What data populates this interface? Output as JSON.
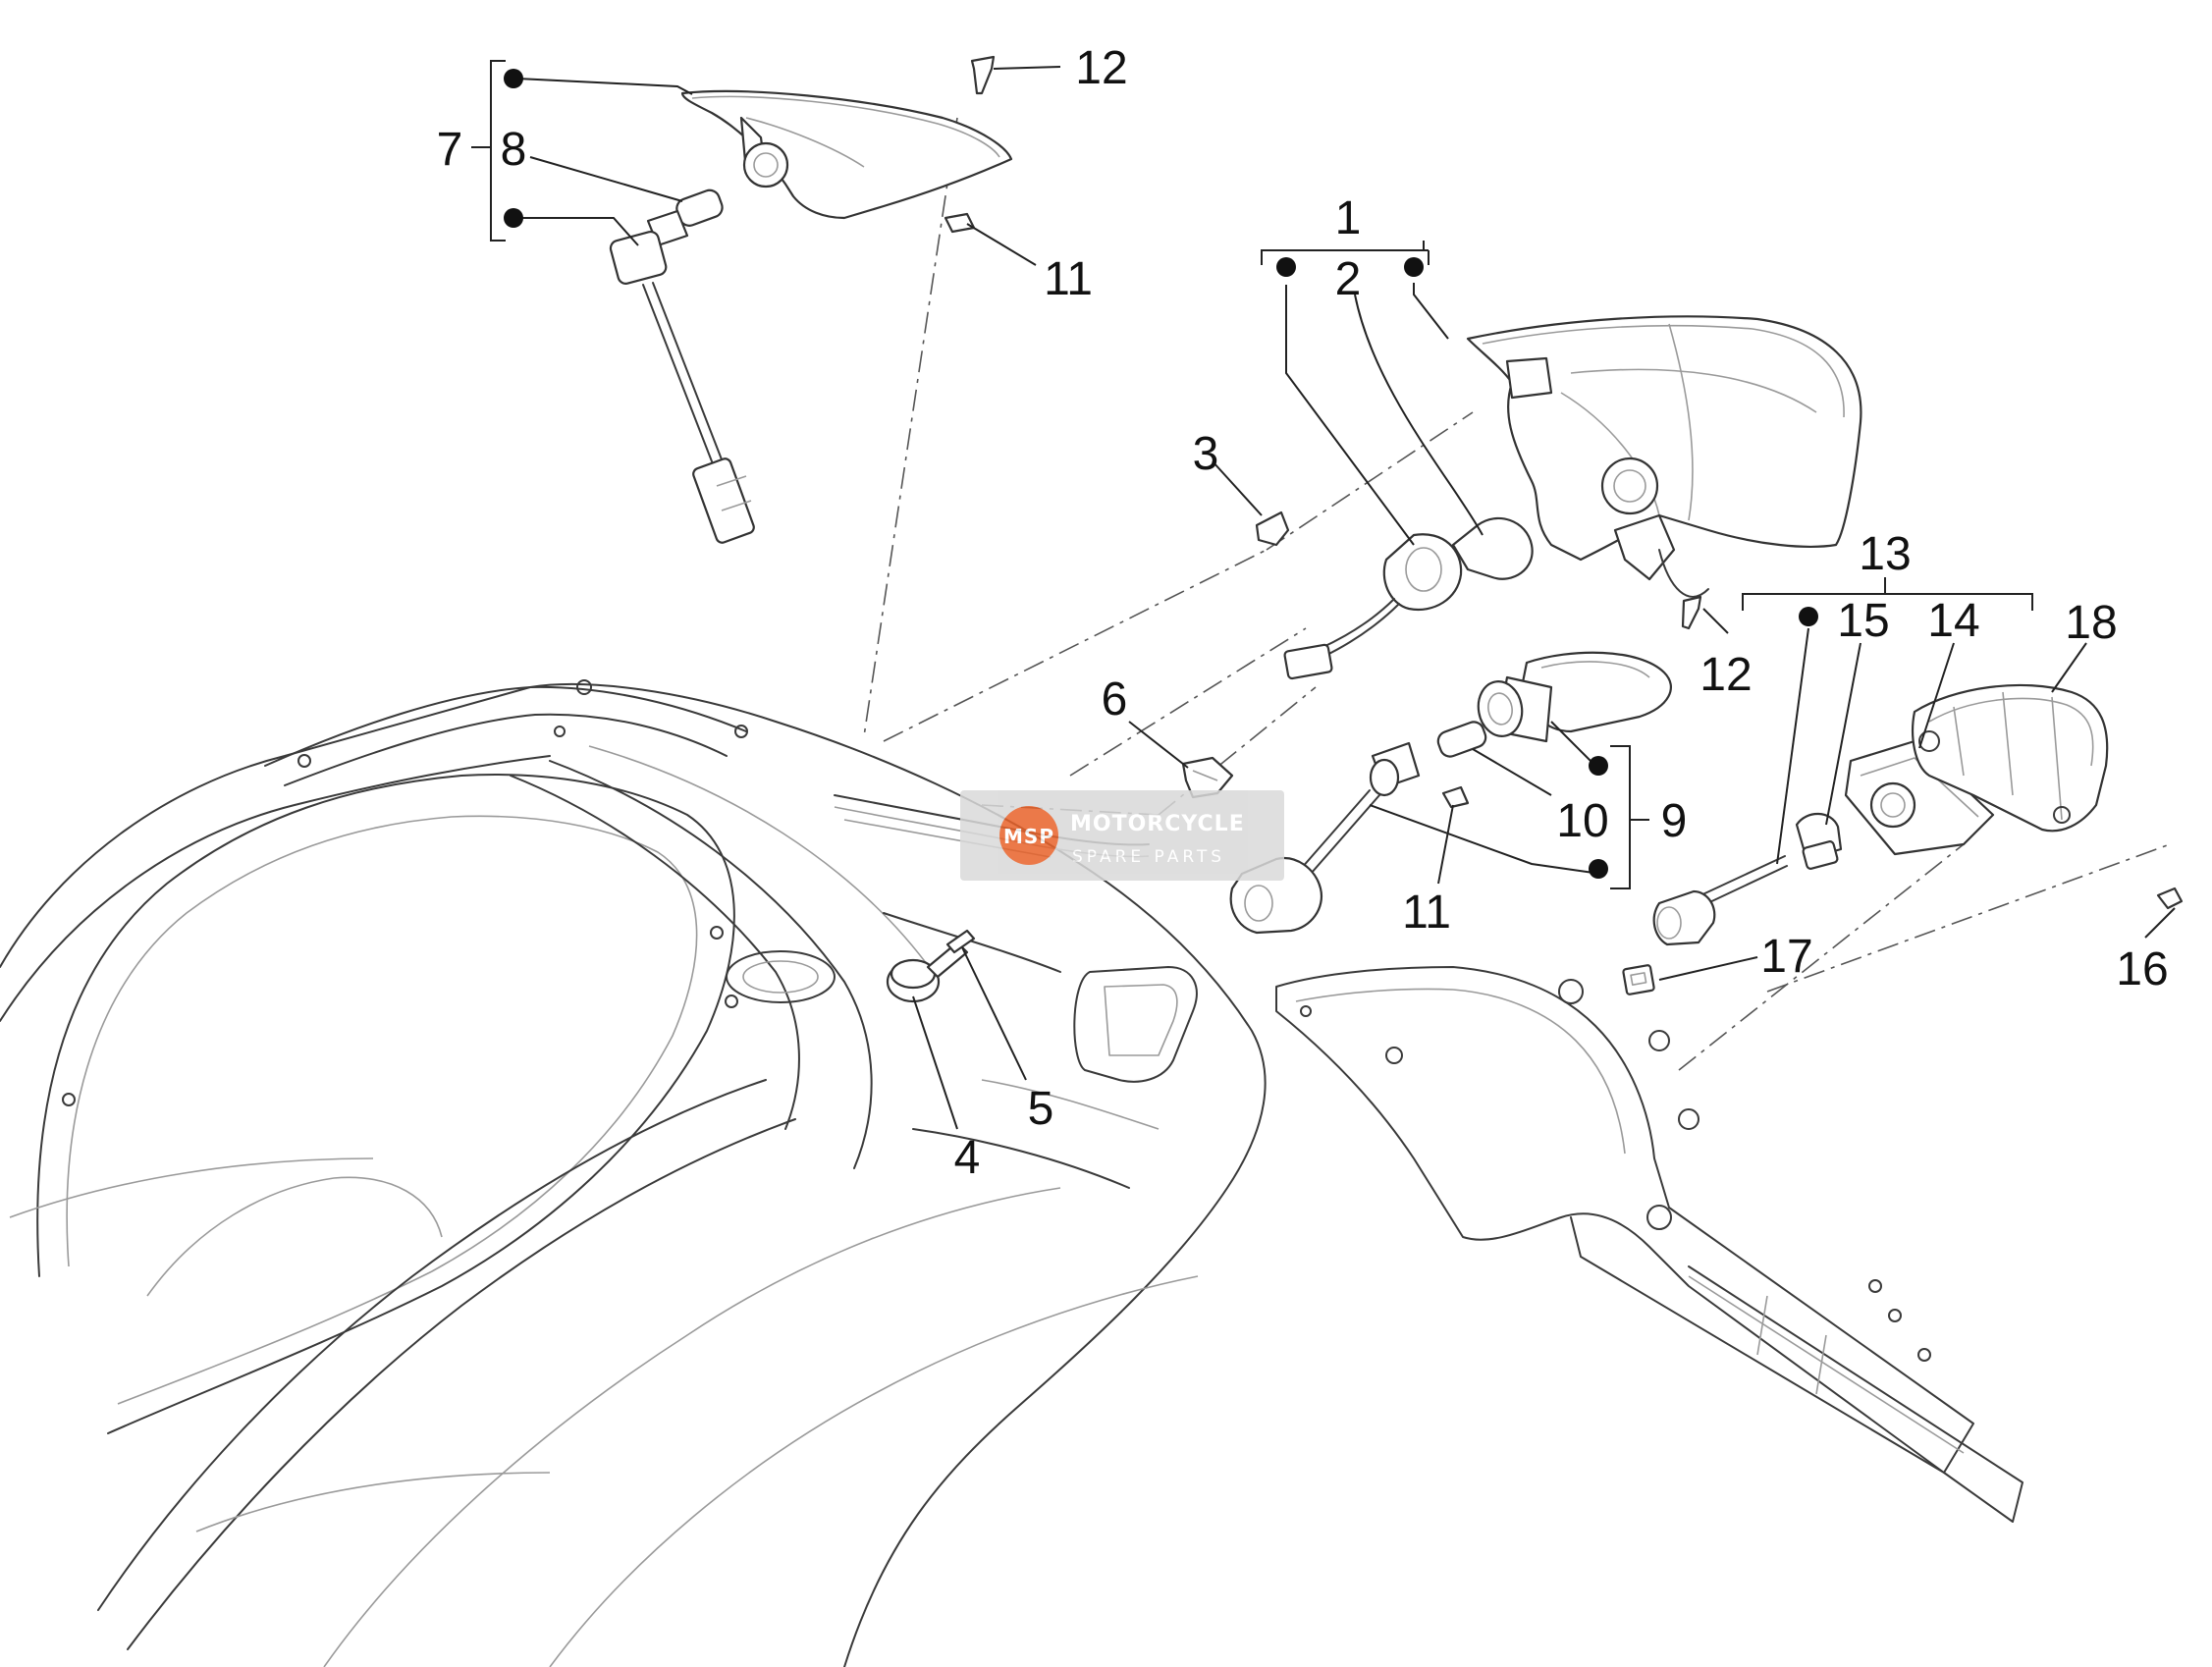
{
  "watermark": {
    "line1": "MOTORCYCLE",
    "line2": "SPARE PARTS",
    "badge": "MSP",
    "colors": {
      "box": "#d9d9d9",
      "badge": "#e8622a"
    }
  },
  "callouts": [
    {
      "id": "1",
      "label": "1"
    },
    {
      "id": "2",
      "label": "2"
    },
    {
      "id": "3",
      "label": "3"
    },
    {
      "id": "4",
      "label": "4"
    },
    {
      "id": "5",
      "label": "5"
    },
    {
      "id": "6",
      "label": "6"
    },
    {
      "id": "7",
      "label": "7"
    },
    {
      "id": "8",
      "label": "8"
    },
    {
      "id": "9",
      "label": "9"
    },
    {
      "id": "10",
      "label": "10"
    },
    {
      "id": "11a",
      "label": "11"
    },
    {
      "id": "11b",
      "label": "11"
    },
    {
      "id": "12a",
      "label": "12"
    },
    {
      "id": "12b",
      "label": "12"
    },
    {
      "id": "13",
      "label": "13"
    },
    {
      "id": "14",
      "label": "14"
    },
    {
      "id": "15",
      "label": "15"
    },
    {
      "id": "16",
      "label": "16"
    },
    {
      "id": "17",
      "label": "17"
    },
    {
      "id": "18",
      "label": "18"
    }
  ]
}
